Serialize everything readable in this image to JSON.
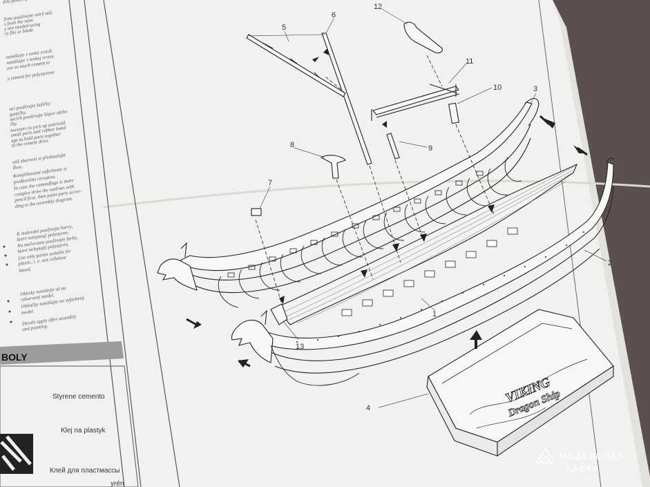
{
  "instructions_left": [
    "dílů používejte",
    "žemi používejte ostrý nůž.",
    "s from the stem",
    "y are needed using",
    "ry file or blade",
    "nanášejte v tenké vrstvě.",
    "nanášajte v tenkej vrstve.",
    "use so much cement to",
    "y cement for polystyrene",
    "ucí používejte kolíčky",
    "gumičky.",
    "sacích používajte štipce alebo",
    "čky.",
    "tweezers to pick up and hold",
    "small parts and rubber band",
    "ape to hold parts together",
    "til the cement dries.",
    "otíž zbarvení si předmalujte",
    "žkou.",
    "Komplikované zafarbenie si",
    "predkreslite ceruzkou.",
    "In case the camouflage is more",
    "complex draw the outlines with",
    "pencil first, then paint parts accor-",
    "ding to the assembly diagram.",
    "K malování používejte barvy,",
    "které nelepteají polystyren.",
    "Na maľovanie používajte farby,",
    "ktoré neleptajú polystyrén.",
    "Use only paints suitable for",
    "plastic, i. e. not cellulose",
    "based.",
    "Obtisky nanášejte až na",
    "vybarvený model.",
    "Obtlačky nanášajte na vyfarbený",
    "model.",
    "Decals apply after assembly",
    "and painting."
  ],
  "symbols": {
    "header": "BOLY",
    "items": [
      "Styrene cemento",
      "Klej na plastyk",
      "Клей для пластмассы",
      "yrén"
    ]
  },
  "callouts": [
    "1",
    "2",
    "3",
    "4",
    "5",
    "6",
    "7",
    "8",
    "9",
    "10",
    "11",
    "12",
    "13"
  ],
  "base_text": {
    "line1": "VIKING",
    "line2": "Dragon Ship"
  },
  "watermark": {
    "line1": "МОДЕЛЬНАЯ",
    "line2": "ЛАВКА"
  }
}
